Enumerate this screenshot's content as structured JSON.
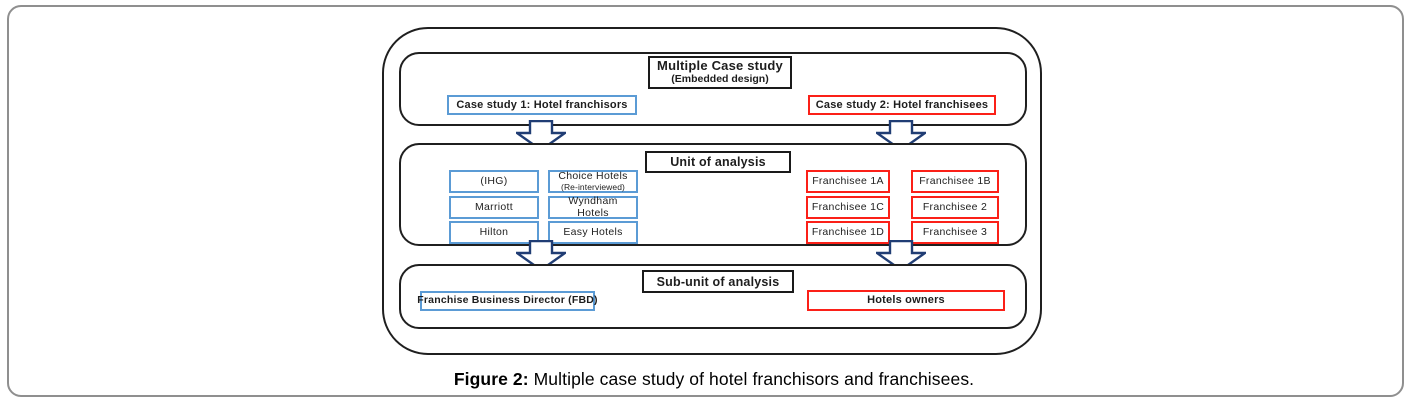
{
  "colors": {
    "franchisor_blue": "#5b9bd5",
    "franchisee_red": "#fb2018",
    "arrow_navy": "#203d74",
    "box_border_black": "#1a1a1a",
    "panel_gray": "#8f8f8f"
  },
  "diagram": {
    "top": {
      "title": "Multiple Case study",
      "subtitle": "(Embedded design)",
      "case1": "Case study 1: Hotel franchisors",
      "case2": "Case study 2: Hotel franchisees"
    },
    "unit": {
      "title": "Unit of analysis",
      "franchisors_col1": [
        "(IHG)",
        "Marriott",
        "Hilton"
      ],
      "franchisors_col2": [
        {
          "l1": "Choice Hotels",
          "l2": "(Re-interviewed)"
        },
        {
          "l1": "Wyndham",
          "l2": "Hotels"
        },
        {
          "l1": "Easy Hotels",
          "l2": ""
        }
      ],
      "franchisees_col1": [
        "Franchisee 1A",
        "Franchisee 1C",
        "Franchisee 1D"
      ],
      "franchisees_col2": [
        "Franchisee 1B",
        "Franchisee 2",
        "Franchisee 3"
      ]
    },
    "subunit": {
      "title": "Sub-unit of analysis",
      "left": "Franchise Business Director (FBD)",
      "right": "Hotels owners"
    }
  },
  "caption": {
    "label": "Figure 2:",
    "text": " Multiple case study of hotel franchisors and franchisees."
  }
}
